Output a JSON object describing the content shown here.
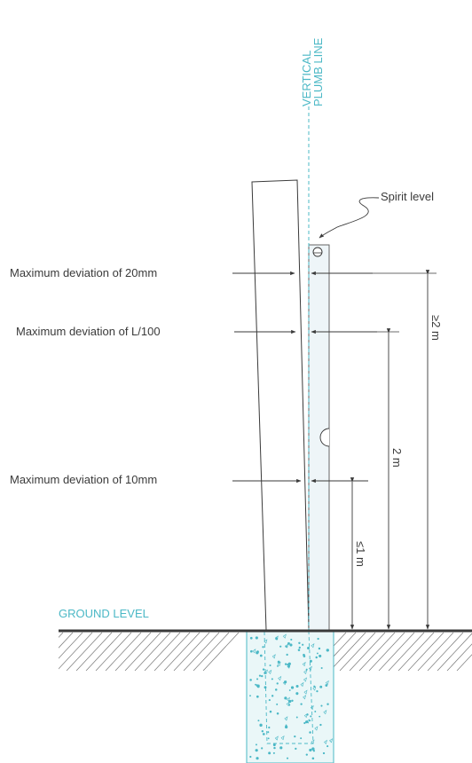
{
  "plumb_line_label": [
    "VERTICAL",
    "PLUMB LINE"
  ],
  "spirit_level_label": "Spirit level",
  "deviation_labels": [
    "Maximum deviation of 20mm",
    "Maximum deviation of L/100",
    "Maximum deviation of 10mm"
  ],
  "dimension_labels": [
    "≥2 m",
    "2 m",
    "≤1 m"
  ],
  "ground_label": "GROUND LEVEL",
  "colors": {
    "accent": "#4bb8c6",
    "line": "#3a3a3a",
    "level_fill": "#eef5f8",
    "concrete_fill": "#eaf7f8"
  }
}
